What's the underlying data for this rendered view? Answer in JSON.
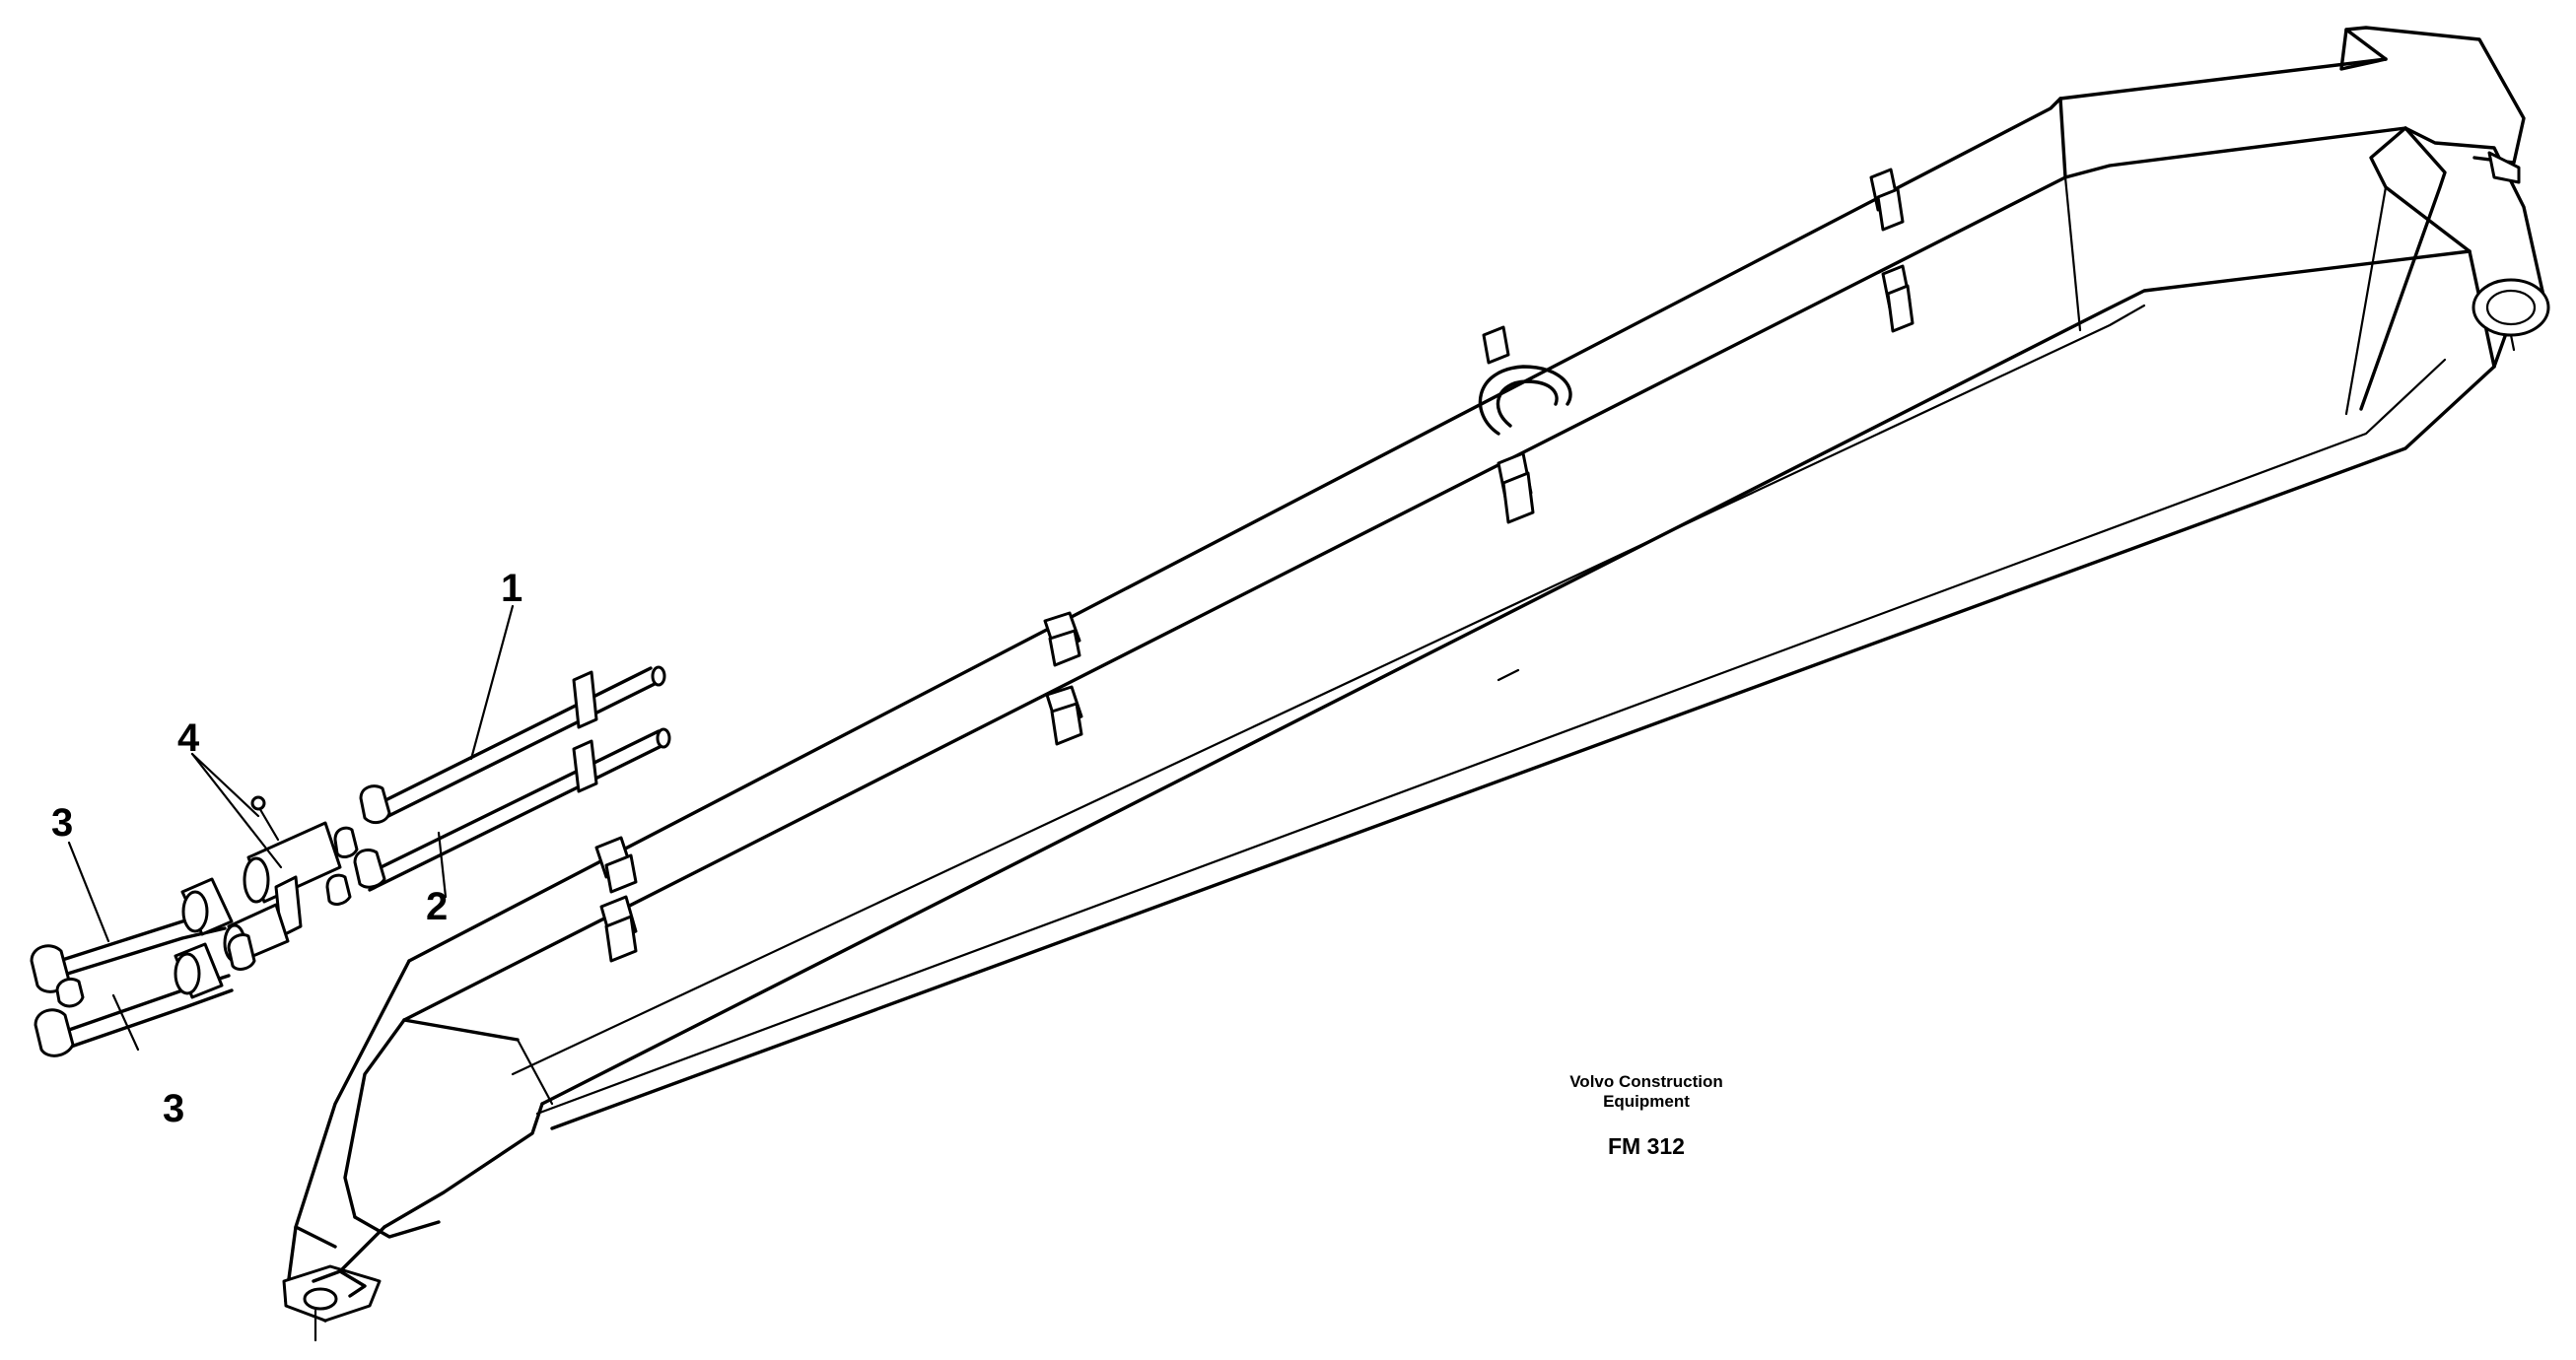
{
  "callouts": [
    {
      "id": "1",
      "label": "1"
    },
    {
      "id": "2",
      "label": "2"
    },
    {
      "id": "3a",
      "label": "3"
    },
    {
      "id": "3b",
      "label": "3"
    },
    {
      "id": "4",
      "label": "4"
    }
  ],
  "credit": {
    "line1": "Volvo Construction",
    "line2": "Equipment",
    "code": "FM 312"
  },
  "colors": {
    "ink": "#000000",
    "paper": "#ffffff"
  }
}
